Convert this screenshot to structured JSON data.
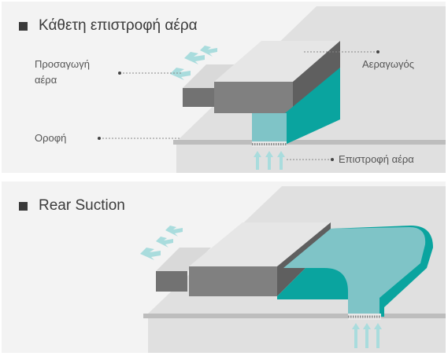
{
  "sections": [
    {
      "heading": "Κάθετη επιστροφή αέρα",
      "labels": {
        "supply_line1": "Προσαγωγή",
        "supply_line2": "αέρα",
        "duct": "Αεραγωγός",
        "ceiling": "Οροφή",
        "return": "Επιστροφή αέρα"
      }
    },
    {
      "heading": "Rear Suction"
    }
  ],
  "colors": {
    "panel": "#f3f3f3",
    "room_plane": "#e0e0e0",
    "unit_top": "#e6e6e6",
    "unit_front": "#808080",
    "unit_dark": "#6d6d6d",
    "duct_teal": "#0aa49f",
    "duct_light": "#7fc4c7",
    "arrow": "#a9dcdd",
    "heading_square": "#3a3a3a"
  }
}
